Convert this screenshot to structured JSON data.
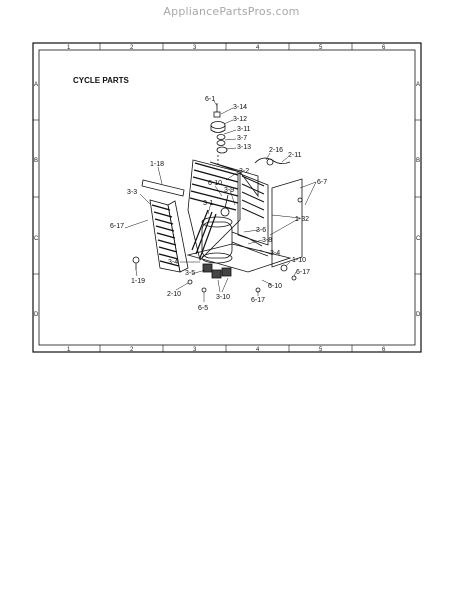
{
  "site": {
    "watermark": "AppliancePartsPros.com"
  },
  "diagram": {
    "title": "CYCLE PARTS",
    "corner_mark": "",
    "columns": [
      "1",
      "2",
      "3",
      "4",
      "5",
      "6"
    ],
    "rows": [
      "A",
      "B",
      "C",
      "D"
    ],
    "callouts": {
      "c_6_1": "6-1",
      "c_3_14": "3-14",
      "c_3_12": "3-12",
      "c_3_11": "3-11",
      "c_3_7": "3-7",
      "c_3_13": "3-13",
      "c_2_16": "2-16",
      "c_2_11": "2-11",
      "c_1_18": "1-18",
      "c_3_2": "3-2",
      "c_6_10a": "6-10",
      "c_3_9": "3-9",
      "c_6_7": "6-7",
      "c_3_3": "3-3",
      "c_3_1": "3-1",
      "c_6_17a": "6-17",
      "c_1_32": "1-32",
      "c_3_6": "3-6",
      "c_3_8": "3-8",
      "c_3_4a": "3-4",
      "c_3_4b": "3-4",
      "c_1_10": "1-10",
      "c_3_5": "3-5",
      "c_6_17b": "6-17",
      "c_1_19": "1-19",
      "c_6_10b": "6-10",
      "c_3_10": "3-10",
      "c_2_10": "2-10",
      "c_6_17c": "6-17",
      "c_6_5": "6-5"
    }
  }
}
